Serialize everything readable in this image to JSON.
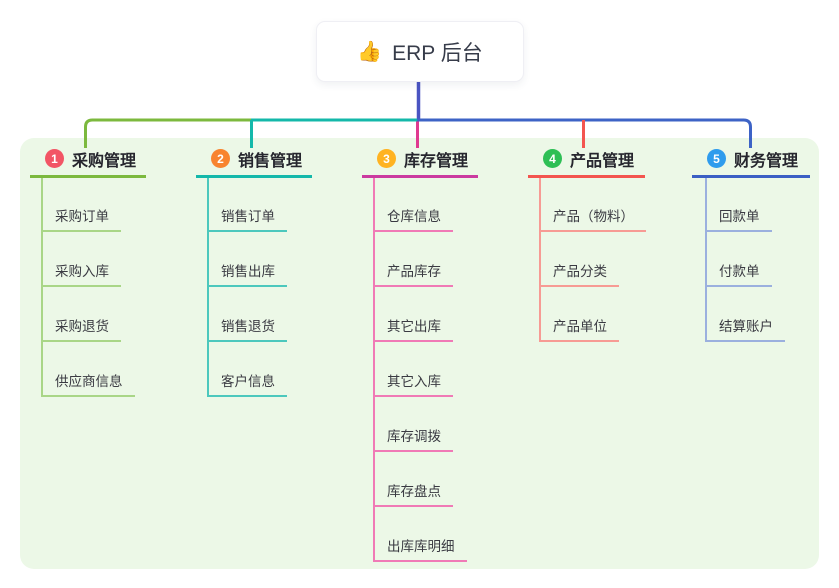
{
  "root": {
    "emoji": "👍",
    "emoji_name": "thumbs-up-icon",
    "label": "ERP 后台"
  },
  "branches": [
    {
      "num": "1",
      "label": "采购管理",
      "badge_color": "#f25565",
      "line_color": "#7cb93e",
      "leaf_line_color": "#a9d687",
      "items": [
        "采购订单",
        "采购入库",
        "采购退货",
        "供应商信息"
      ]
    },
    {
      "num": "2",
      "label": "销售管理",
      "badge_color": "#f8842f",
      "line_color": "#14b8aa",
      "leaf_line_color": "#4cc8bd",
      "items": [
        "销售订单",
        "销售出库",
        "销售退货",
        "客户信息"
      ]
    },
    {
      "num": "3",
      "label": "库存管理",
      "badge_color": "#ffb321",
      "line_color": "#cb3ba0",
      "leaf_line_color": "#f07ab6",
      "items": [
        "仓库信息",
        "产品库存",
        "其它出库",
        "其它入库",
        "库存调拨",
        "库存盘点",
        "出库库明细"
      ]
    },
    {
      "num": "4",
      "label": "产品管理",
      "badge_color": "#2ebf55",
      "line_color": "#f3554f",
      "leaf_line_color": "#f79b94",
      "items": [
        "产品（物料）",
        "产品分类",
        "产品单位"
      ]
    },
    {
      "num": "5",
      "label": "财务管理",
      "badge_color": "#2f9ced",
      "line_color": "#3b5fc4",
      "leaf_line_color": "#9bb0de",
      "items": [
        "回款单",
        "付款单",
        "结算账户"
      ]
    }
  ],
  "colors": {
    "canvas_bg": "#ffffff",
    "panel_bg": "#ecf8e7",
    "root_connector": "#4a54c2",
    "inventory_drop": "#e03a90"
  }
}
